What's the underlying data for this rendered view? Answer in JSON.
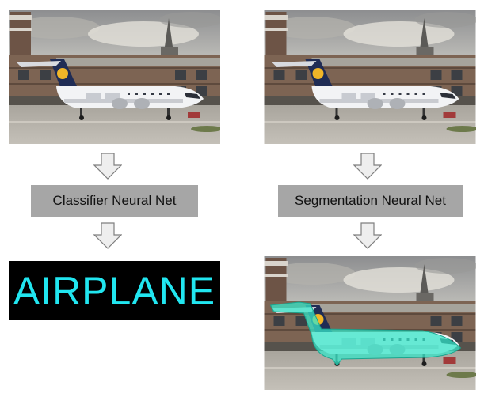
{
  "left_column": {
    "model_label": "Classifier Neural Net",
    "output_label": "AIRPLANE"
  },
  "right_column": {
    "model_label": "Segmentation Neural Net"
  },
  "colors": {
    "arrow_fill": "#eeeeee",
    "arrow_stroke": "#7f7f7f",
    "model_box": "#a6a6a6",
    "output_background": "#000000",
    "output_text": "#21e6f0",
    "segmentation_mask": "#37e6c8"
  },
  "icons": [
    "down-arrow-icon",
    "airplane-photo",
    "segmentation-mask"
  ]
}
